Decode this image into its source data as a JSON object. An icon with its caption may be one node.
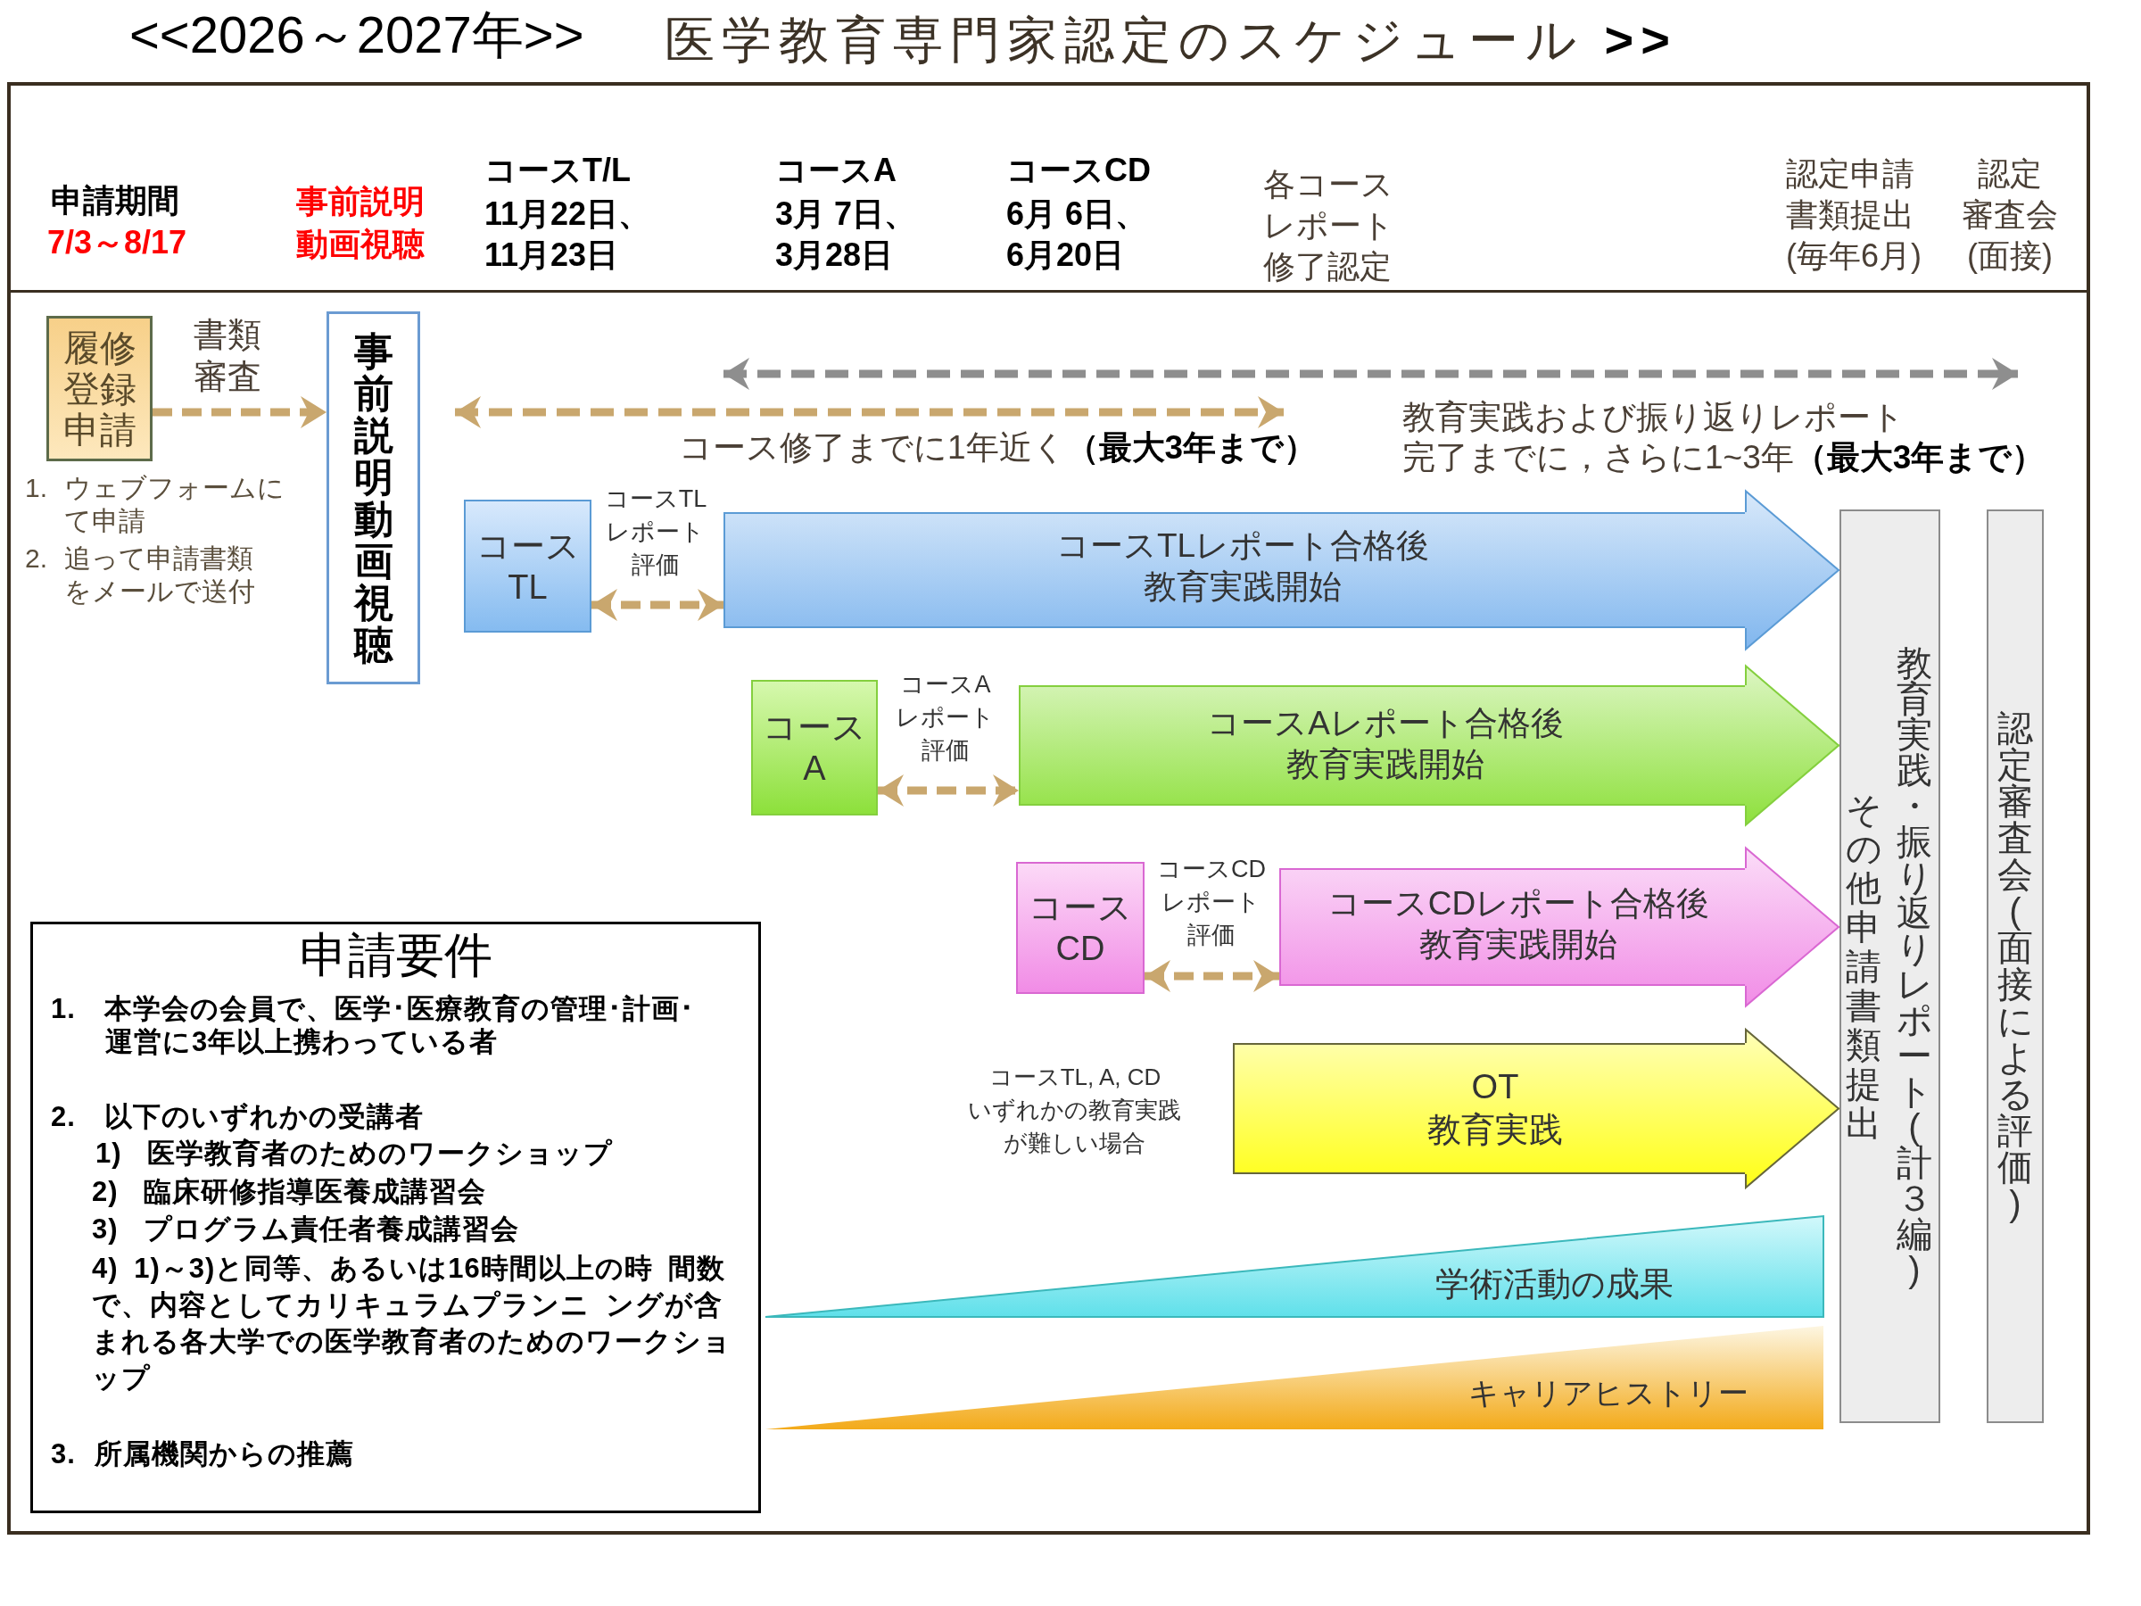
{
  "diagram": {
    "title": "医学教育専門家認定のスケジュール **>>**",
    "nodes": [
      {
        "text": [
          "履修登録申請"
        ],
        "beside": [
          "1. ウェブフォームにて申請",
          "2. 追って申請書類をメールで送付"
        ]
      },
      {
        "text": [
          "事前説明動画視聴"
        ]
      },
      {
        "text": [
          "コースTL"
        ]
      },
      {
        "text": [
          "コースTLレポート合格後教育実践開始"
        ]
      },
      {
        "text": [
          "コースA"
        ]
      },
      {
        "text": [
          "コースAレポート合格後教育実践開始"
        ]
      },
      {
        "text": [
          "コースCD"
        ]
      },
      {
        "text": [
          "コースCDレポート合格後教育実践開始"
        ]
      },
      {
        "text": [
          "OT教育実践"
        ],
        "beside": [
          "コースTL, A, CDいずれかの教育実践が難しい場合"
        ]
      },
      {
        "text": [
          "学術活動の成果"
        ]
      },
      {
        "text": [
          "キャリアヒストリー"
        ]
      },
      {
        "text": [
          "その他申請書類提出",
          "教育実践・振り返りレポート(計３編)"
        ]
      },
      {
        "text": [
          "認定審査会(面接による評価)"
        ]
      },
      {
        "text": [
          "申請要件",
          "1. 本学会の会員で、医学･医療教育の管理･計画･運営に3年以上携わっている者",
          "2. 以下のいずれかの受講者",
          "1) 医学教育者のためのワークショップ",
          "2) 臨床研修指導医養成講習会",
          "3) プログラム責任者養成講習会",
          "4) 1)～3)と同等、あるいは16時間以上の時 間数で、内容としてカリキュラムプランニ ングが含まれる各大学での医学教育者のためのワークショップ",
          "3. 所属機関からの推薦"
        ]
      }
    ],
    "edges": [
      {
        "from": 0,
        "to": 1,
        "arrow": "to",
        "style": "dashed",
        "label": "書類審査"
      },
      {
        "from": 2,
        "to": 3,
        "arrow": "both",
        "style": "dashed",
        "label": "コースTLレポート評価"
      },
      {
        "from": 4,
        "to": 5,
        "arrow": "both",
        "style": "dashed",
        "label": "コースAレポート評価"
      },
      {
        "from": 6,
        "to": 7,
        "arrow": "both",
        "style": "dashed",
        "label": "コースCDレポート評価"
      },
      {
        "from": 3,
        "to": 11,
        "arrow": "to",
        "color": "#80b6ee"
      },
      {
        "from": 5,
        "to": 11,
        "arrow": "to",
        "color": "#8de03b"
      },
      {
        "from": 7,
        "to": 11,
        "arrow": "to",
        "color": "#f18ce6"
      },
      {
        "from": 8,
        "to": 11,
        "arrow": "to",
        "color": "#ffff14"
      }
    ],
    "labels": [
      "<<2026～2027年>>",
      "申請期間",
      "7/3～8/17",
      "事前説明動画視聴",
      "コースT/L",
      "11月22日、11月23日",
      "コースA",
      "3月 7日、3月28日",
      "コースCD",
      "6月 6日、6月20日",
      "各コースレポート修了認定",
      "認定申請書類提出(毎年6月)",
      "認定審査会(面接)",
      "コース修了までに1年近く**（最大3年まで）**",
      "教育実践および振り返りレポート完了までに，さらに1~3年**（最大3年まで）**"
    ]
  }
}
